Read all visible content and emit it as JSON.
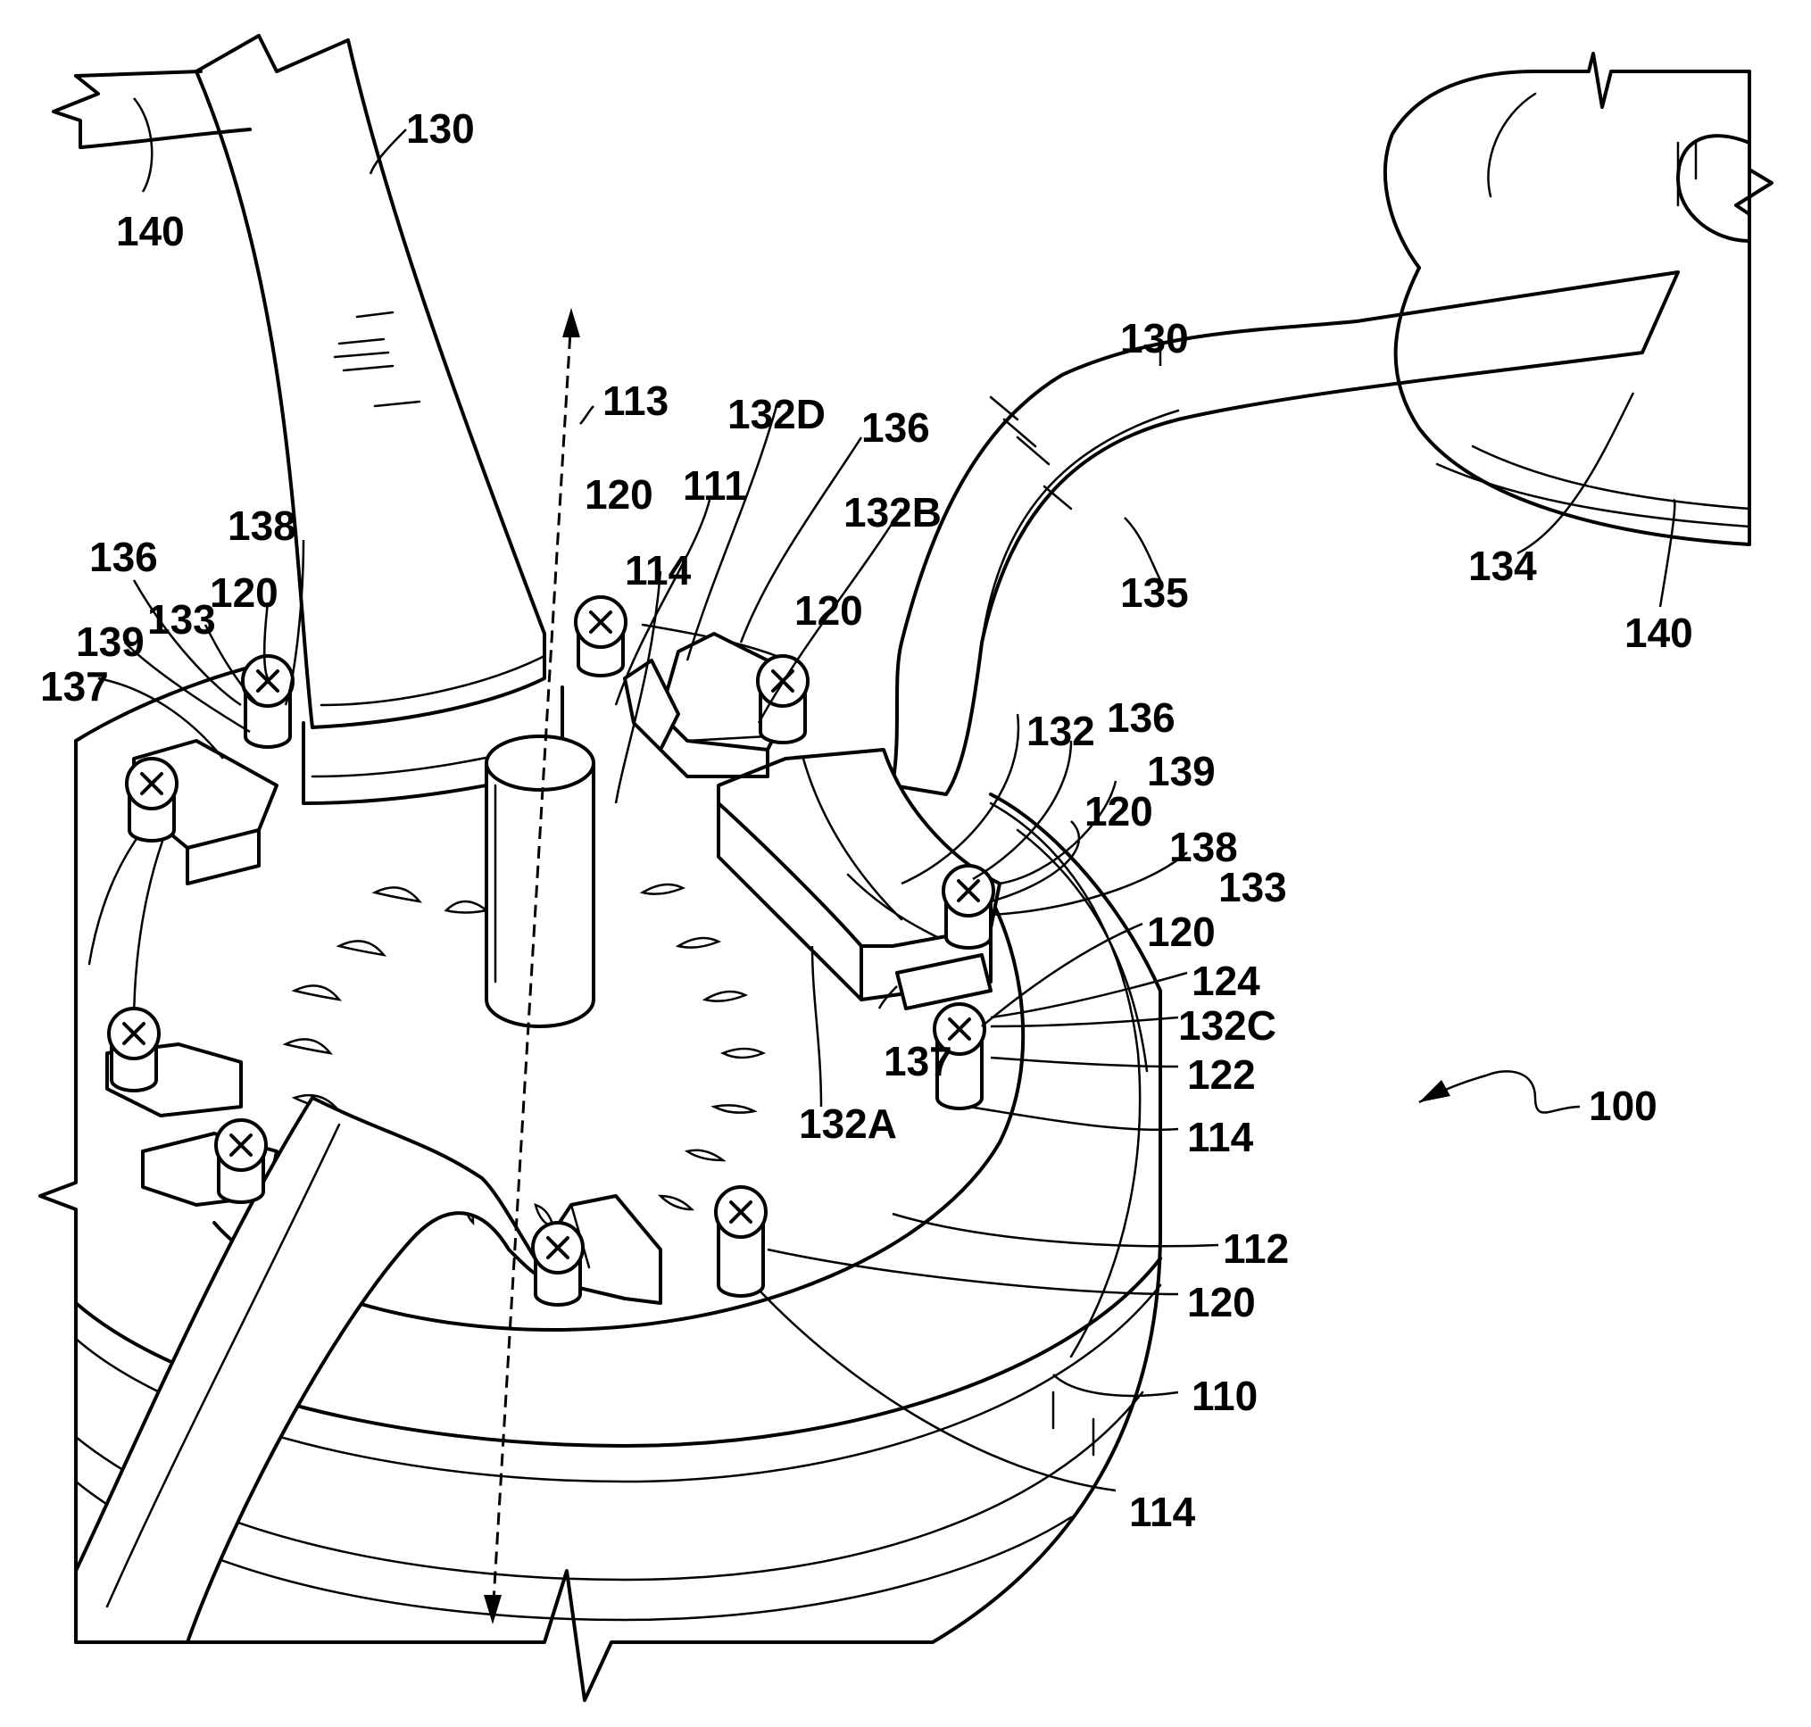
{
  "figure": {
    "labels": {
      "l140a": "140",
      "l130a": "130",
      "l113": "113",
      "l132d": "132D",
      "l136a": "136",
      "l111": "111",
      "l120a": "120",
      "l132b": "132B",
      "l114a": "114",
      "l138a": "138",
      "l136b": "136",
      "l120b": "120",
      "l133a": "133",
      "l139a": "139",
      "l137a": "137",
      "l120c": "120",
      "l130b": "130",
      "l135": "135",
      "l134": "134",
      "l140b": "140",
      "l132": "132",
      "l136c": "136",
      "l139b": "139",
      "l120d": "120",
      "l138b": "138",
      "l133b": "133",
      "l120e": "120",
      "l124": "124",
      "l132c": "132C",
      "l137b": "137",
      "l122": "122",
      "l132a": "132A",
      "l114b": "114",
      "l100": "100",
      "l112": "112",
      "l120f": "120",
      "l110": "110",
      "l114c": "114"
    }
  }
}
